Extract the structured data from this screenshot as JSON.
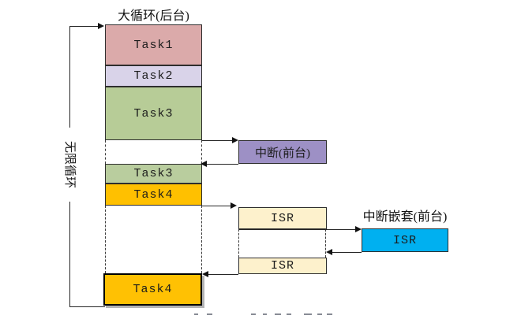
{
  "title": "大循环(后台)",
  "left_loop_label": "无限循环",
  "background_tasks": [
    {
      "label": "Task1",
      "color": "#dbaaaa"
    },
    {
      "label": "Task2",
      "color": "#d9d3e9"
    },
    {
      "label": "Task3",
      "color": "#b7cc97"
    },
    {
      "label": "Task3",
      "color": "#b9cd9e"
    },
    {
      "label": "Task4",
      "color": "#ffc000"
    },
    {
      "label": "Task4",
      "color": "#ffc103"
    }
  ],
  "foreground": {
    "interrupt_label": "中断(前台)",
    "isr_upper_label": "ISR",
    "isr_lower_label": "ISR",
    "nested_title": "中断嵌套(前台)",
    "nested_isr_label": "ISR",
    "colors": {
      "interrupt": "#9d90c5",
      "isr": "#fdf1cc",
      "nested_isr": "#00b0f0"
    }
  }
}
